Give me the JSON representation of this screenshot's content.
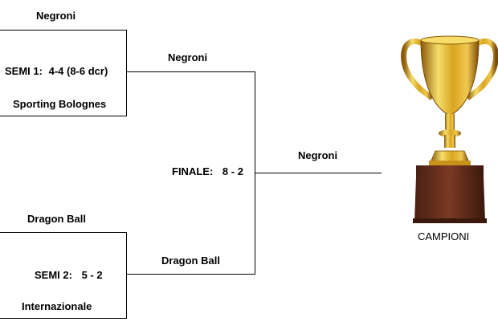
{
  "semi1": {
    "team_top": "Negroni",
    "label": "SEMI 1:",
    "score": "4-4 (8-6 dcr)",
    "team_bottom": "Sporting Bolognes"
  },
  "semi2": {
    "team_top": "Dragon Ball",
    "label": "SEMI 2:",
    "score": "5 - 2",
    "team_bottom": "Internazionale"
  },
  "final": {
    "team_top": "Negroni",
    "label": "FINALE:",
    "score": "8 - 2",
    "team_bottom": "Dragon Ball"
  },
  "winner": {
    "team": "Negroni",
    "trophy_label": "CAMPIONI"
  },
  "colors": {
    "gold": "#d9a520",
    "gold_light": "#f6dd6a",
    "gold_dark": "#8a5a0a",
    "wood": "#5a2a1a",
    "wood_light": "#7a3a24",
    "line": "#000000"
  }
}
